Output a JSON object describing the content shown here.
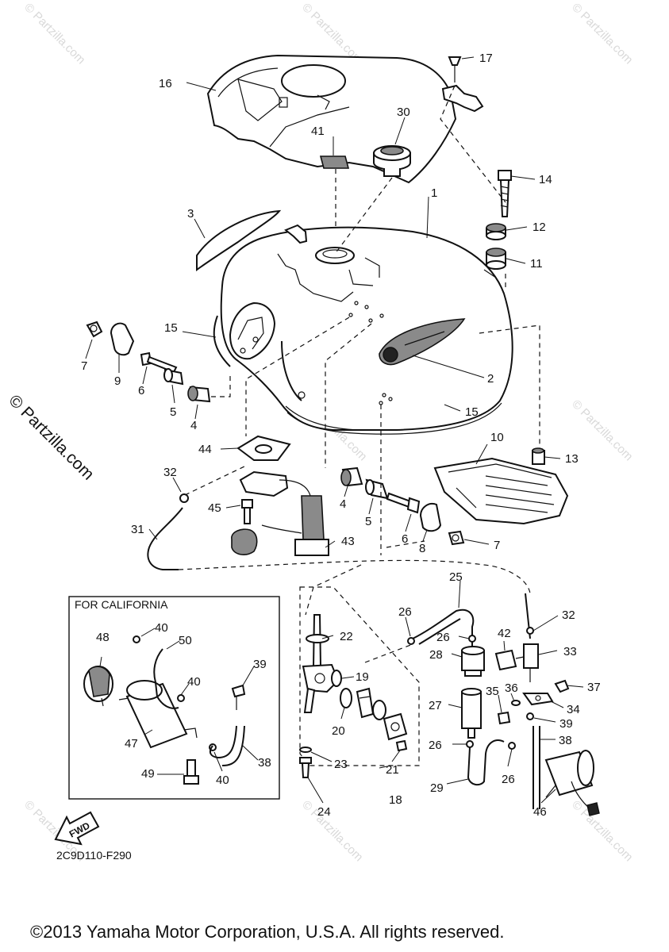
{
  "watermark": {
    "text": "© Partzilla.com"
  },
  "callouts": [
    "1",
    "2",
    "3",
    "4",
    "5",
    "6",
    "7",
    "8",
    "9",
    "10",
    "11",
    "12",
    "13",
    "14",
    "15",
    "16",
    "17",
    "18",
    "19",
    "20",
    "21",
    "22",
    "23",
    "24",
    "25",
    "26",
    "27",
    "28",
    "29",
    "30",
    "31",
    "32",
    "33",
    "34",
    "35",
    "36",
    "37",
    "38",
    "39",
    "40",
    "41",
    "42",
    "43",
    "44",
    "45",
    "46",
    "47",
    "48",
    "49",
    "50"
  ],
  "inset": {
    "title": "FOR CALIFORNIA"
  },
  "fwd_label": "FWD",
  "diagram_code": "2C9D110-F290",
  "copyright": "©2013 Yamaha Motor Corporation, U.S.A. All rights reserved."
}
